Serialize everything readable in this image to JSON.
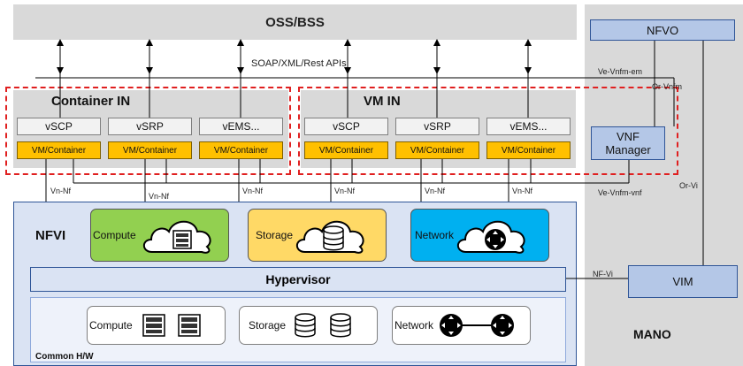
{
  "oss": {
    "title": "OSS/BSS"
  },
  "api_label": "SOAP/XML/Rest APIs",
  "mano": {
    "title": "MANO",
    "nfvo": "NFVO",
    "vnf_manager": "VNF Manager",
    "vim": "VIM"
  },
  "interfaces": {
    "ve_vnfm_em": "Ve-Vnfm-em",
    "or_vnfm": "Or-Vnfm",
    "or_vi": "Or-Vi",
    "ve_vnfm_vnf": "Ve-Vnfm-vnf",
    "nf_vi": "NF-Vi",
    "vn_nf": "Vn-Nf"
  },
  "container_in": {
    "title": "Container IN",
    "vnfs": [
      "vSCP",
      "vSRP",
      "vEMS..."
    ],
    "runtime": "VM/Container"
  },
  "vm_in": {
    "title": "VM IN",
    "vnfs": [
      "vSCP",
      "vSRP",
      "vEMS..."
    ],
    "runtime": "VM/Container"
  },
  "nfvi": {
    "title": "NFVI",
    "virtual_resources": [
      "Compute",
      "Storage",
      "Network"
    ],
    "hypervisor": "Hypervisor",
    "hardware_resources": [
      "Compute",
      "Storage",
      "Network"
    ],
    "hardware_title": "Common H/W"
  },
  "colors": {
    "compute": "#92d050",
    "storage": "#ffd966",
    "network": "#00b0f0",
    "container": "#ffc000",
    "dashed": "#e02020",
    "mano_box": "#b4c7e7"
  }
}
